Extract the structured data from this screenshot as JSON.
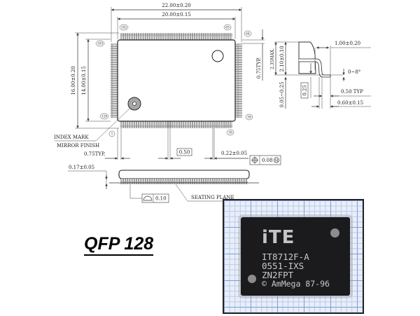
{
  "title": "QFP 128",
  "drawing": {
    "dim_overall_width": "22.00±0.20",
    "dim_body_width": "20.00±0.15",
    "dim_overall_height": "16.00±0.20",
    "dim_body_height": "14.00±0.15",
    "pin_labels": {
      "p102": "102",
      "p65": "65",
      "p64": "64",
      "p103": "103",
      "p128": "128",
      "p39": "39",
      "p1": "1",
      "p38": "38"
    },
    "index_mark": "INDEX MARK",
    "mirror_finish": "MIRROR FINISH",
    "lead_pitch_edge": "0.75TYP.",
    "pitch": "0.50",
    "lead_width": "0.22±0.05",
    "position_tolerance": "0.08",
    "position_modifier": "M",
    "side_offset": "0.75TYP.",
    "standoff_thickness": "0.17±0.05",
    "coplanarity": "0.10",
    "seating_plane": "SEATING PLANE",
    "profile": {
      "lead_length": "1.00±0.20",
      "max_height": "2.35MAX.",
      "body_thickness": "2.10±0.10",
      "angle": "0~8°",
      "gauge": "0.25",
      "foot_typ": "0.50 TYP",
      "foot_length": "0.60±0.15",
      "standoff": "0.05~0.25"
    }
  },
  "photo": {
    "logo": "iTE",
    "line1": "IT8712F-A",
    "line2": "0551-IXS",
    "line3": "ZN2FPT",
    "line4": "© AmMega 87-96"
  }
}
